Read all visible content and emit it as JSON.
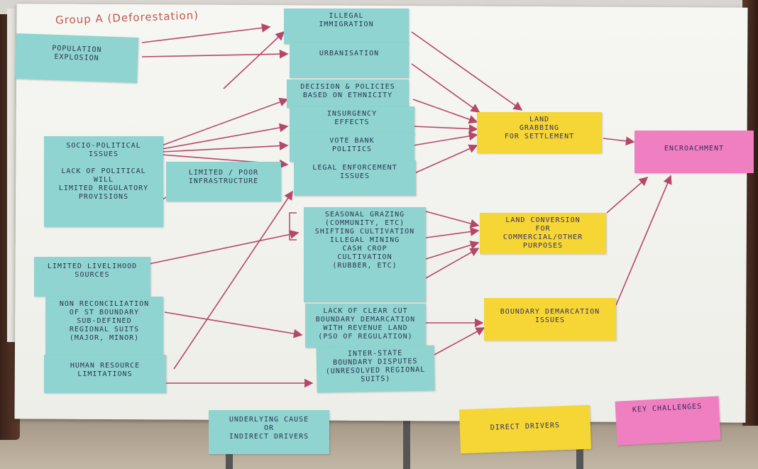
{
  "title": "Group A (Deforestation)",
  "notes": {
    "population": "POPULATION\nEXPLOSION",
    "immigration": "ILLEGAL\nIMMIGRATION",
    "urbanisation": "URBANISATION",
    "policies": "DECISION & POLICIES\nBASED ON ETHNICITY",
    "insurgency": "INSURGENCY\nEFFECTS",
    "vote_bank": "VOTE BANK\nPOLITICS",
    "legal": "LEGAL ENFORCEMENT\nISSUES",
    "socio_political": "SOCIO-POLITICAL\nISSUES\n\nLACK OF POLITICAL WILL\nLIMITED REGULATORY\nPROVISIONS",
    "infrastructure": "LIMITED / POOR\nINFRASTRUCTURE",
    "seasonal": "SEASONAL GRAZING\n(COMMUNITY, ETC)\nSHIFTING CULTIVATION\nILLEGAL MINING\nCASH CROP\nCULTIVATION\n(RUBBER, ETC)",
    "limited_livelihood": "LIMITED LIVELIHOOD\nSOURCES",
    "non_reconciliation": "NON RECONCILIATION\nOF ST BOUNDARY\nSUB-DEFINED\nREGIONAL SUITS\n(MAJOR, MINOR)",
    "human_resource": "HUMAN RESOURCE\nLIMITATIONS",
    "lack_boundary": "LACK OF CLEAR CUT\nBOUNDARY DEMARCATION\nWITH REVENUE LAND\n(PSO OF REGULATION)",
    "inter_state": "INTER-STATE\nBOUNDARY DISPUTES\n(UNRESOLVED REGIONAL\nSUITS)",
    "land_grabbing": "LAND\nGRABBING\nFOR SETTLEMENT",
    "land_conversion": "LAND CONVERSION\nFOR\nCOMMERCIAL/OTHER\nPURPOSES",
    "boundary_demarcation": "BOUNDARY DEMARCATION\nISSUES",
    "encroachment": "ENCROACHMENT",
    "underlying": "UNDERLYING CAUSE\nOR\nINDIRECT DRIVERS",
    "direct_drivers": "DIRECT DRIVERS",
    "key_challenges": "KEY CHALLENGES"
  },
  "colors": {
    "blue_note": "#8fd4d1",
    "yellow_note": "#f5d634",
    "pink_note": "#ef7fc0",
    "arrow": "#b5476b",
    "title_ink": "#c0574f"
  }
}
